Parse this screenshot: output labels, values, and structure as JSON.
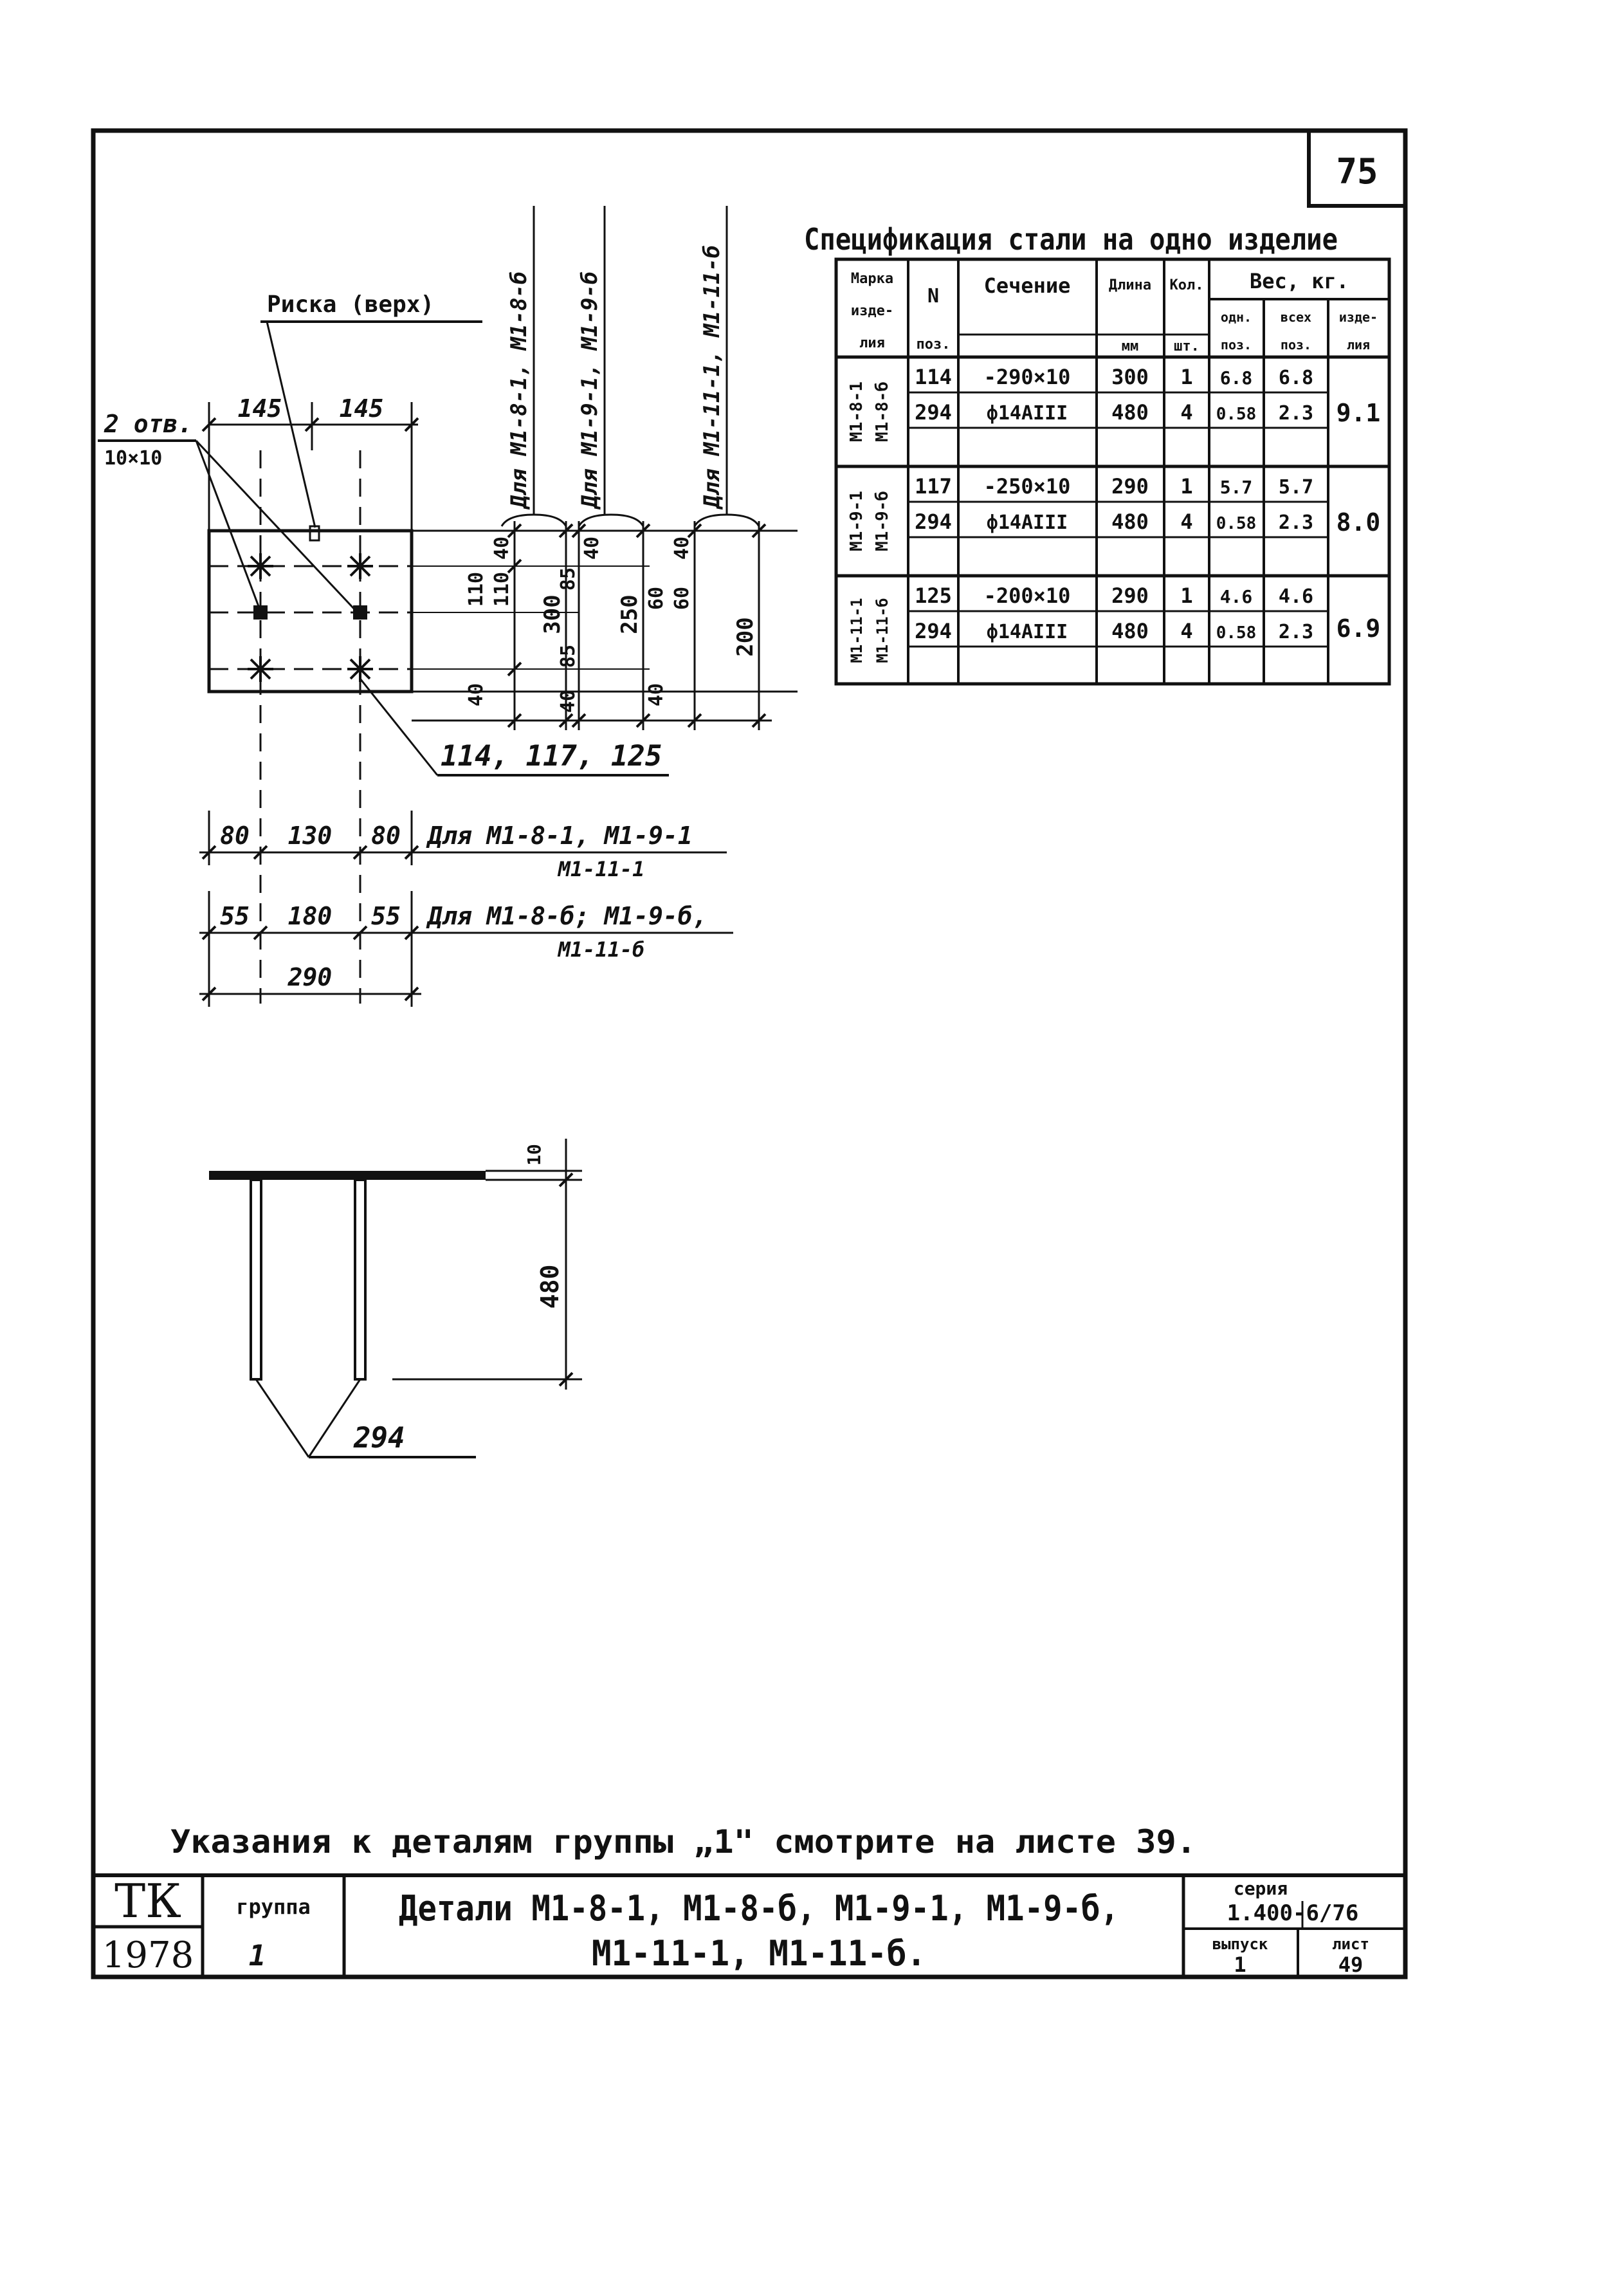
{
  "sheet_number": "75",
  "spec": {
    "title": "Спецификация стали на одно изделие",
    "headers": {
      "mark_l1": "Марка",
      "mark_l2": "изде-",
      "mark_l3": "лия",
      "pos_l1": "N",
      "pos_l2": "поз.",
      "section": "Сечение",
      "length": "Длина",
      "length_unit": "мм",
      "qty": "Кол.",
      "qty_unit": "шт.",
      "weight": "Вес, кг.",
      "w_one_l1": "одн.",
      "w_one_l2": "поз.",
      "w_all_l1": "всех",
      "w_all_l2": "поз.",
      "w_prod_l1": "изде-",
      "w_prod_l2": "лия"
    },
    "groups": [
      {
        "mark_a": "М1-8-1",
        "mark_b": "М1-8-б",
        "total": "9.1",
        "rows": [
          {
            "pos": "114",
            "section": "-290×10",
            "length": "300",
            "qty": "1",
            "w_one": "6.8",
            "w_all": "6.8"
          },
          {
            "pos": "294",
            "section": "ф14АIII",
            "length": "480",
            "qty": "4",
            "w_one": "0.58",
            "w_all": "2.3"
          }
        ]
      },
      {
        "mark_a": "М1-9-1",
        "mark_b": "М1-9-б",
        "total": "8.0",
        "rows": [
          {
            "pos": "117",
            "section": "-250×10",
            "length": "290",
            "qty": "1",
            "w_one": "5.7",
            "w_all": "5.7"
          },
          {
            "pos": "294",
            "section": "ф14АIII",
            "length": "480",
            "qty": "4",
            "w_one": "0.58",
            "w_all": "2.3"
          }
        ]
      },
      {
        "mark_a": "М1-11-1",
        "mark_b": "М1-11-б",
        "total": "6.9",
        "rows": [
          {
            "pos": "125",
            "section": "-200×10",
            "length": "290",
            "qty": "1",
            "w_one": "4.6",
            "w_all": "4.6"
          },
          {
            "pos": "294",
            "section": "ф14АIII",
            "length": "480",
            "qty": "4",
            "w_one": "0.58",
            "w_all": "2.3"
          }
        ]
      }
    ]
  },
  "plan": {
    "riska_label": "Риска (верх)",
    "holes_l1": "2 отв.",
    "holes_l2": "10×10",
    "dim_top_left": "145",
    "dim_top_right": "145",
    "dim_col1": [
      "40",
      "110",
      "110",
      "40"
    ],
    "dim_col1_total": "300",
    "dim_col2": [
      "40",
      "85",
      "85",
      "40"
    ],
    "dim_col2_total": "250",
    "dim_col3": [
      "40",
      "60",
      "60",
      "40"
    ],
    "dim_col3_total": "200",
    "vert_label_1": "Для М1-8-1, М1-8-б",
    "vert_label_2": "Для М1-9-1, М1-9-б",
    "vert_label_3": "Для М1-11-1, М1-11-б",
    "callout_plate": "114, 117, 125",
    "row1_dims": [
      "80",
      "130",
      "80"
    ],
    "row1_label_a": "Для М1-8-1, М1-9-1",
    "row1_label_b": "М1-11-1",
    "row2_dims": [
      "55",
      "180",
      "55"
    ],
    "row2_label_a": "Для М1-8-б; М1-9-б,",
    "row2_label_b": "М1-11-б",
    "dim_width": "290"
  },
  "elevation": {
    "dim_thickness": "10",
    "dim_height": "480",
    "callout_bars": "294"
  },
  "note": "Указания к деталям группы „1\" смотрите на листе 39.",
  "title_block": {
    "org": "ТК",
    "year": "1978",
    "group_label": "группа",
    "group_value": "1",
    "title_l1": "Детали М1-8-1, М1-8-б, М1-9-1, М1-9-б,",
    "title_l2": "М1-11-1, М1-11-б.",
    "series_label": "серия",
    "series_value": "1.400-6/76",
    "issue_label": "выпуск",
    "issue_value": "1",
    "sheet_label": "лист",
    "sheet_value": "49"
  }
}
